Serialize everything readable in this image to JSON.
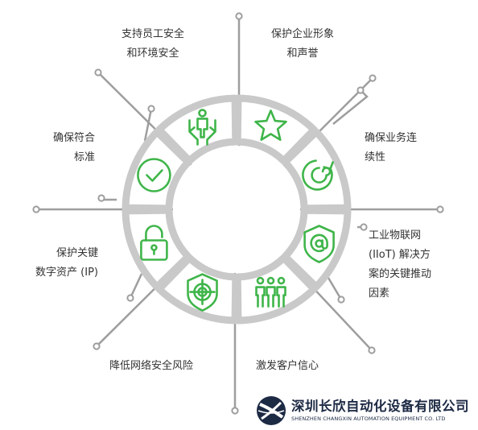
{
  "segments": [
    {
      "id": "protect-image",
      "lines": [
        "保护企业形象",
        "和声誉"
      ],
      "icon": "star-icon"
    },
    {
      "id": "continuity",
      "lines": [
        "确保业务连",
        "续性"
      ],
      "icon": "spiral-icon"
    },
    {
      "id": "iiot",
      "lines": [
        "工业物联网",
        "(IIoT) 解决方",
        "案的关键推动",
        "因素"
      ],
      "icon": "at-shield-icon"
    },
    {
      "id": "trust",
      "lines": [
        "激发客户信心"
      ],
      "icon": "people-group-icon"
    },
    {
      "id": "risk",
      "lines": [
        "降低网络安全风险"
      ],
      "icon": "target-shield-icon"
    },
    {
      "id": "ip",
      "lines": [
        "保护关键",
        "数字资产 (IP)"
      ],
      "icon": "padlock-icon"
    },
    {
      "id": "compliance",
      "lines": [
        "确保符合",
        "标准"
      ],
      "icon": "checkmark-circle-icon"
    },
    {
      "id": "safety",
      "lines": [
        "支持员工安全",
        "和环境安全"
      ],
      "icon": "hands-person-icon"
    }
  ],
  "colors": {
    "ring": "#c9c9c9",
    "accent": "#3fb54a",
    "line": "#9e9e9e",
    "brand": "#1d2a44"
  },
  "company": {
    "name": "深圳长欣自动化设备有限公司",
    "name_en": "SHENZHEN CHANGXIN AUTOMATION EQUIPMENT CO. LTD"
  }
}
